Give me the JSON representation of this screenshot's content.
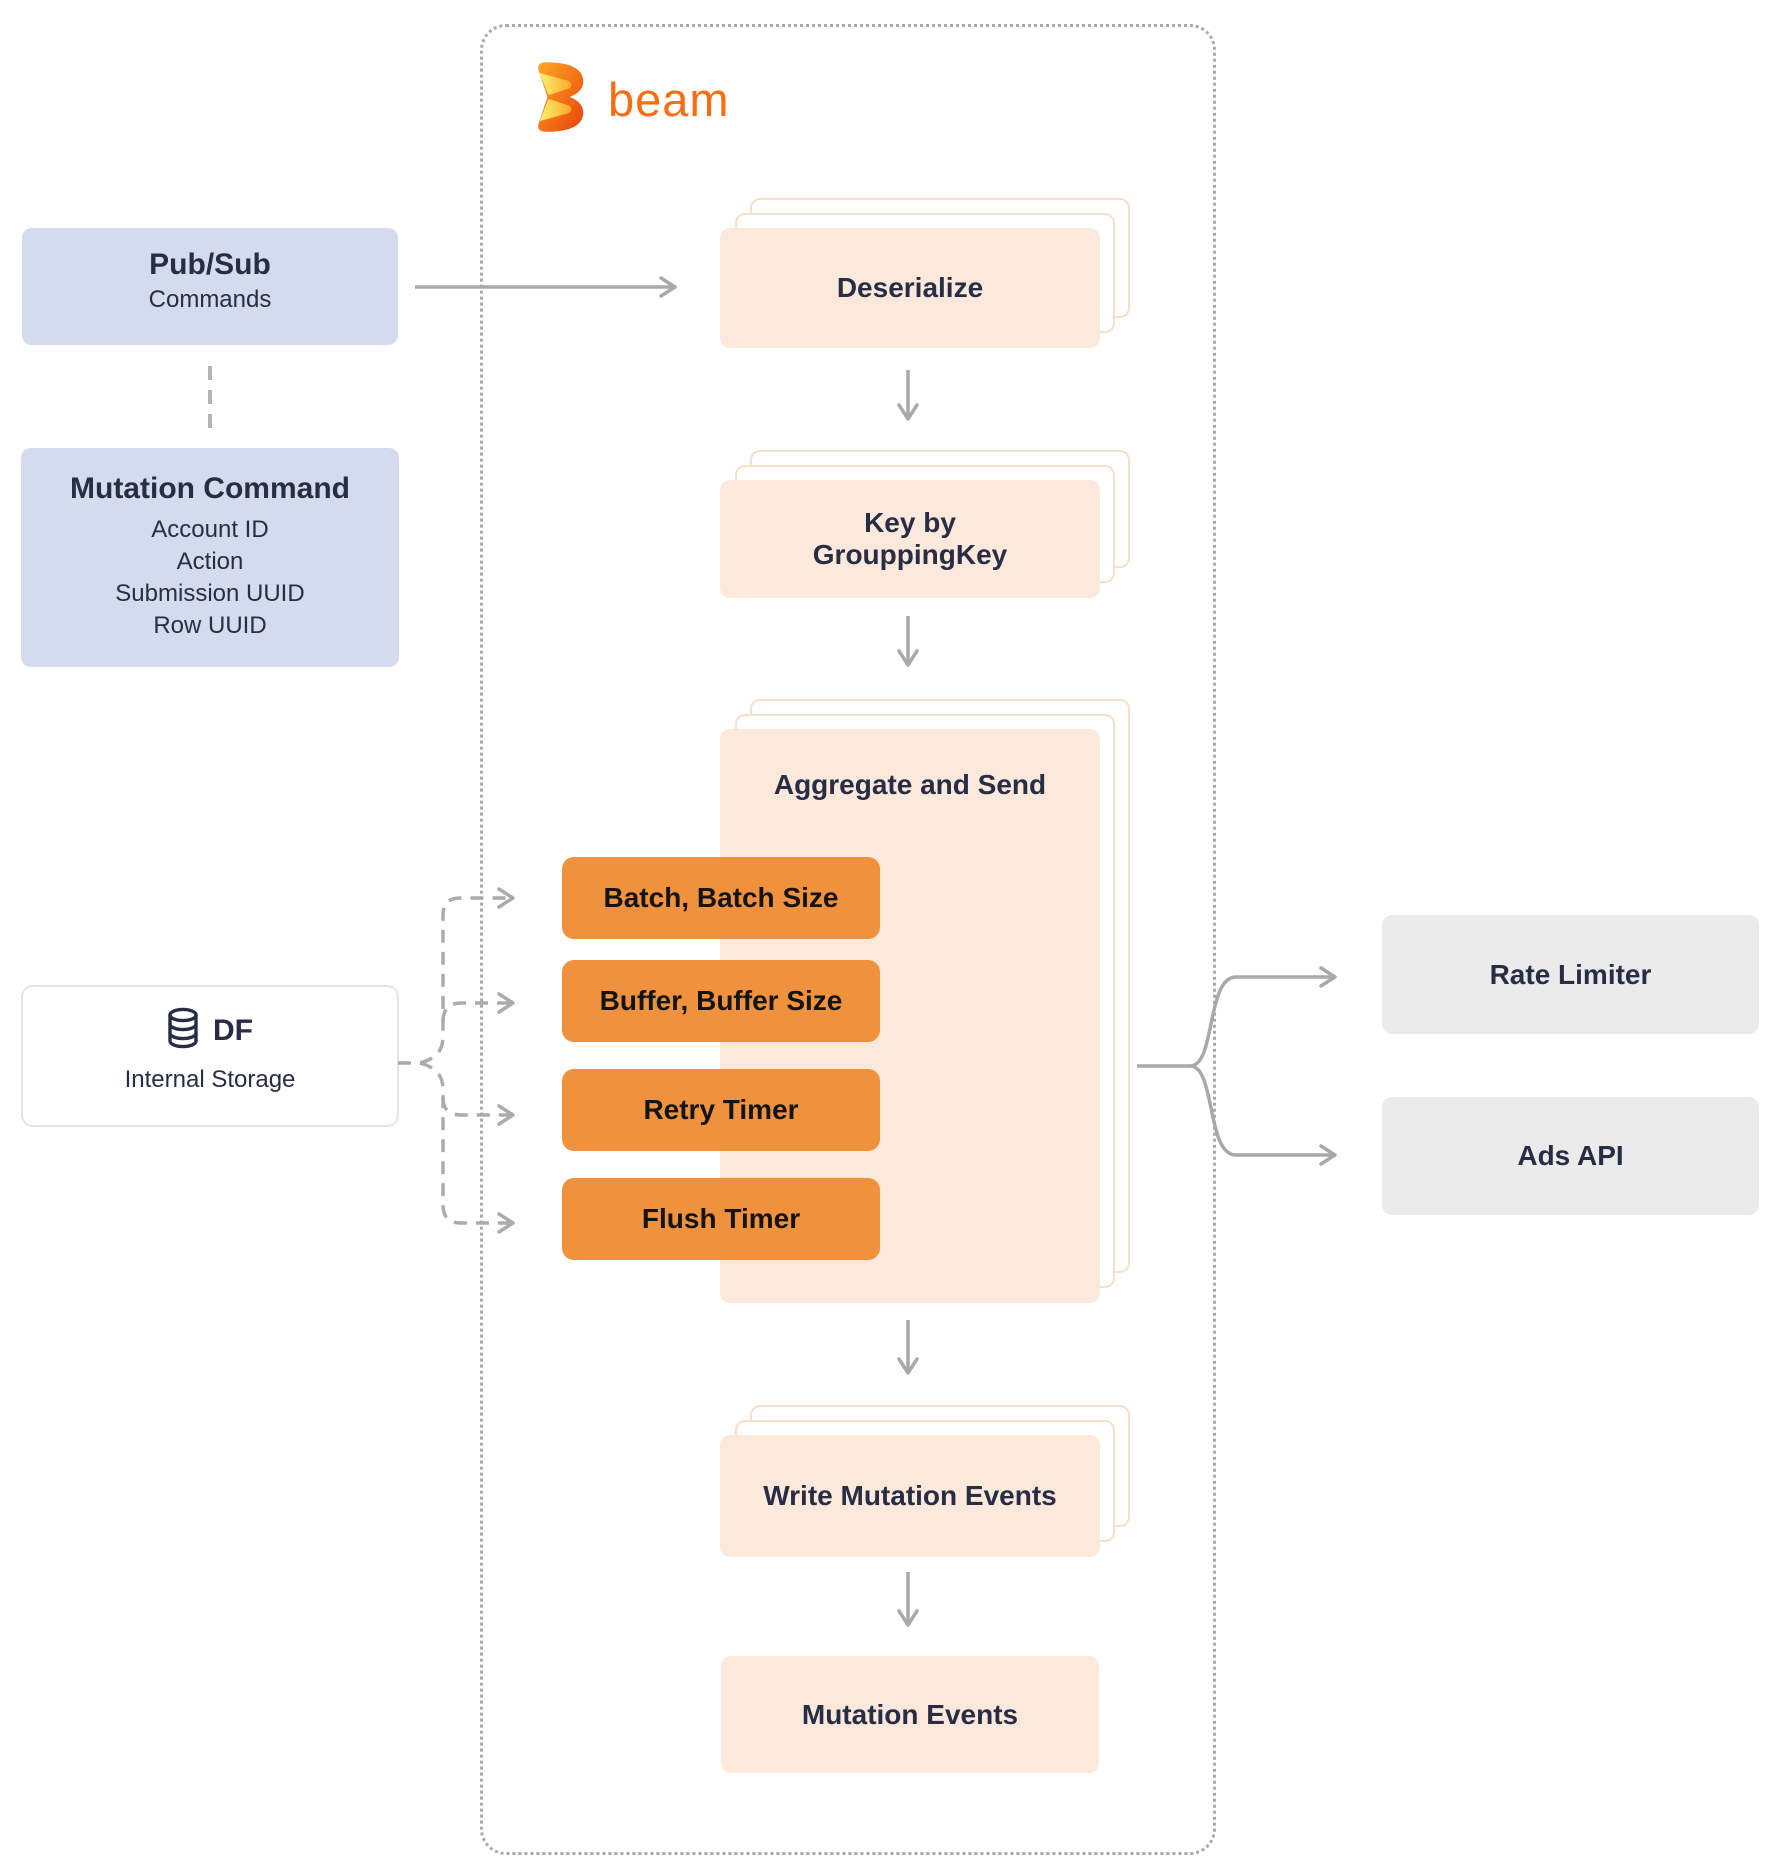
{
  "brand": {
    "wordmark": "beam",
    "logo_icon": "beam-logo"
  },
  "colors": {
    "beam_orange": "#FB6D0F",
    "navy_text": "#272D45",
    "peach_card": "#FCE9DC",
    "peach_card_border": "#F8DFC9",
    "orange_button": "#F0913E",
    "button_text": "#141414",
    "periwinkle_box": "#D5DBEE",
    "gray_box": "#EBEBEB",
    "connector_gray": "#A9A9A9"
  },
  "sources": {
    "pubsub": {
      "title": "Pub/Sub",
      "subtitle": "Commands"
    },
    "mutation_command": {
      "title": "Mutation Command",
      "fields": [
        "Account ID",
        "Action",
        "Submission UUID",
        "Row UUID"
      ]
    },
    "internal_storage": {
      "title": "DF",
      "subtitle": "Internal Storage",
      "icon": "database-icon"
    }
  },
  "pipeline": {
    "steps": {
      "deserialize": {
        "label": "Deserialize"
      },
      "key_by": {
        "line1": "Key by",
        "line2": "GrouppingKey"
      },
      "aggregate": {
        "label": "Aggregate and Send"
      },
      "write_events": {
        "label": "Write Mutation Events"
      },
      "mutation_events": {
        "label": "Mutation Events"
      }
    },
    "aggregate_params": [
      {
        "label": "Batch, Batch Size"
      },
      {
        "label": "Buffer, Buffer Size"
      },
      {
        "label": "Retry Timer"
      },
      {
        "label": "Flush Timer"
      }
    ]
  },
  "outputs": [
    {
      "label": "Rate Limiter"
    },
    {
      "label": "Ads API"
    }
  ]
}
